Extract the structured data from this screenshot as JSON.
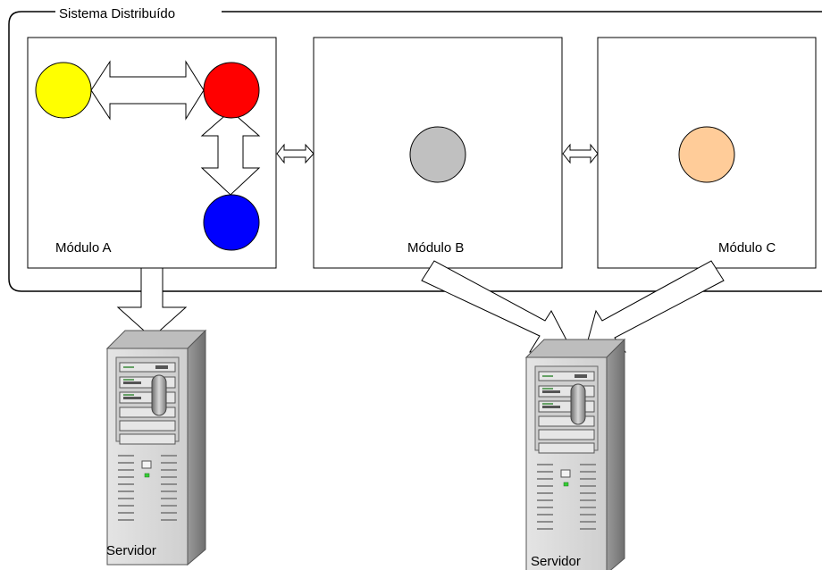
{
  "system": {
    "label": "Sistema Distribuído"
  },
  "modules": [
    {
      "label": "Módulo A"
    },
    {
      "label": "Módulo B"
    },
    {
      "label": "Módulo C"
    }
  ],
  "nodes": {
    "yellow": "#ffff00",
    "red": "#ff0000",
    "blue": "#0000ff",
    "gray": "#c0c0c0",
    "peach": "#ffcc99"
  },
  "servers": [
    {
      "label": "Servidor",
      "icon": "server-tower-icon"
    },
    {
      "label": "Servidor",
      "icon": "server-tower-icon"
    }
  ]
}
